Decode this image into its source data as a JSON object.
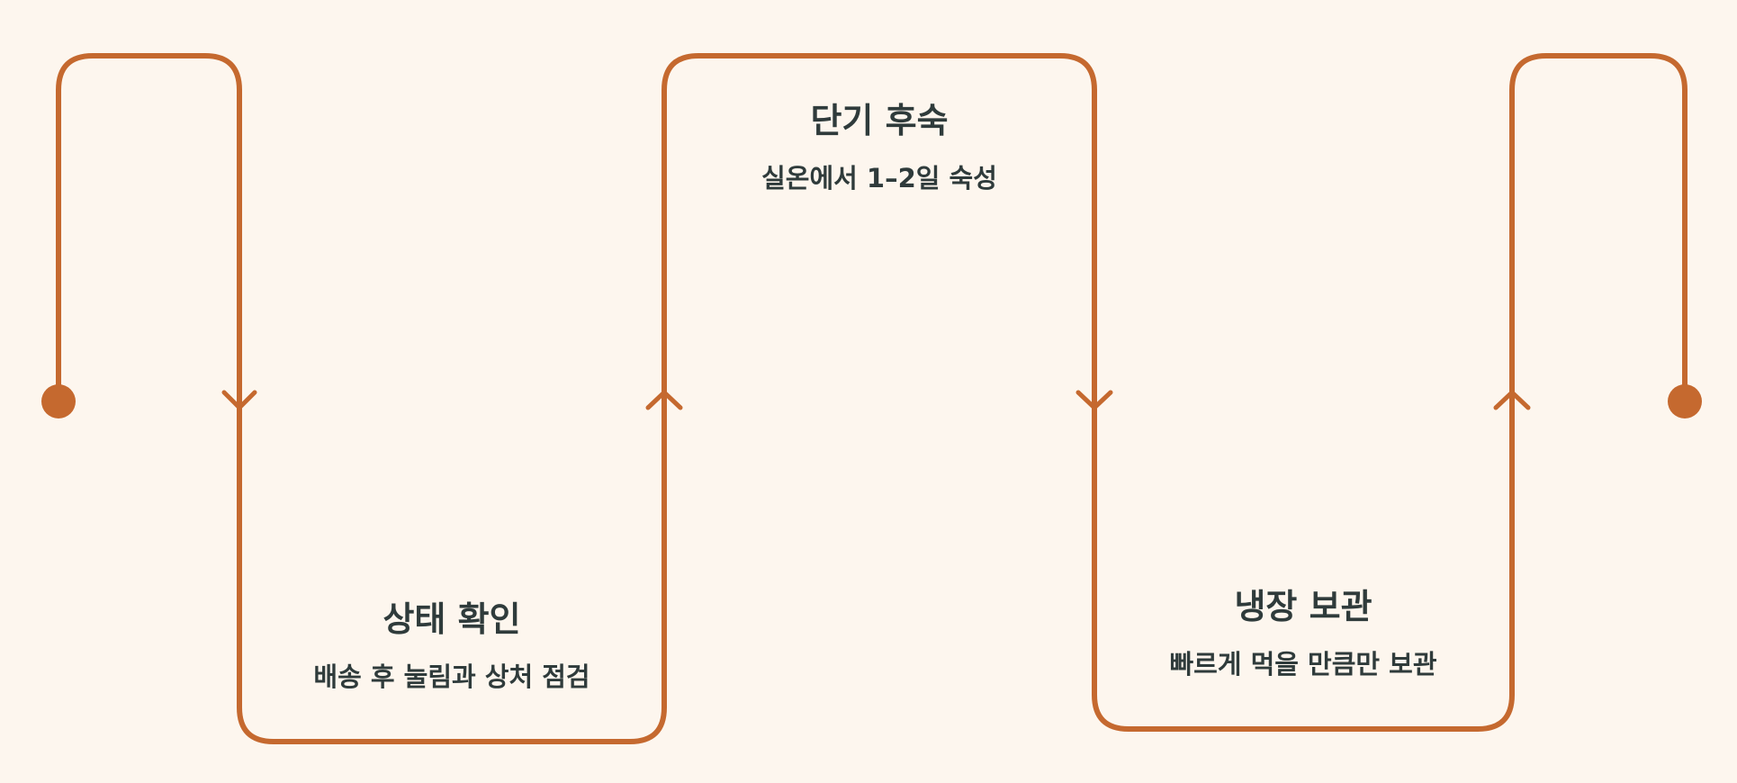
{
  "colors": {
    "background": "#fdf6ee",
    "line": "#c5692f",
    "text": "#2f3b3b"
  },
  "steps": [
    {
      "title": "상태 확인",
      "description": "배송 후 눌림과 상처 점검"
    },
    {
      "title": "단기 후숙",
      "description": "실온에서 1–2일 숙성"
    },
    {
      "title": "냉장 보관",
      "description": "빠르게 먹을 만큼만 보관"
    }
  ],
  "icons": {
    "start": "circle-dot",
    "end": "circle-dot",
    "direction": "chevron-arrow"
  }
}
